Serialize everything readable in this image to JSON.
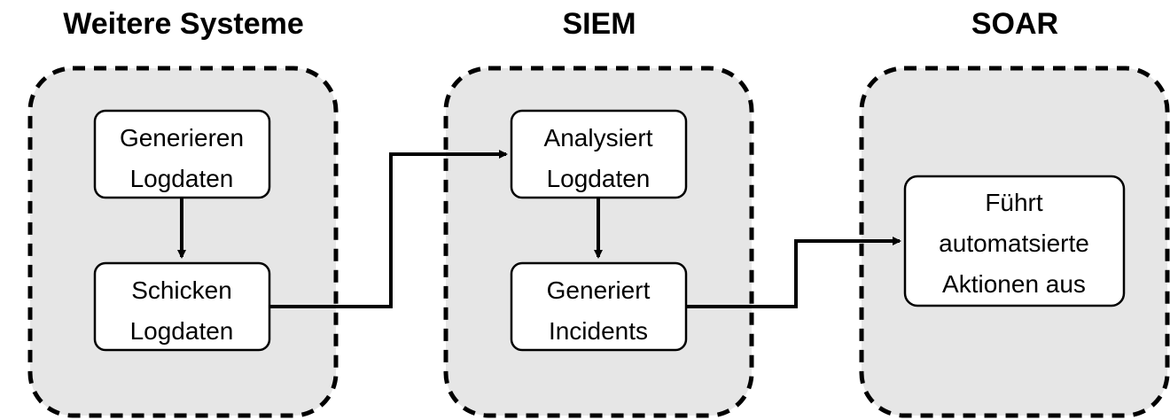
{
  "groups": [
    {
      "id": "weitere",
      "title": "Weitere Systeme"
    },
    {
      "id": "siem",
      "title": "SIEM"
    },
    {
      "id": "soar",
      "title": "SOAR"
    }
  ],
  "nodes": {
    "generieren": {
      "line1": "Generieren",
      "line2": "Logdaten"
    },
    "schicken": {
      "line1": "Schicken",
      "line2": "Logdaten"
    },
    "analysiert": {
      "line1": "Analysiert",
      "line2": "Logdaten"
    },
    "generiert": {
      "line1": "Generiert",
      "line2": "Incidents"
    },
    "fuehrt": {
      "line1": "Führt",
      "line2": "automatsierte",
      "line3": "Aktionen aus"
    }
  },
  "edges": [
    {
      "from": "generieren",
      "to": "schicken"
    },
    {
      "from": "schicken",
      "to": "analysiert"
    },
    {
      "from": "analysiert",
      "to": "generiert"
    },
    {
      "from": "generiert",
      "to": "fuehrt"
    }
  ],
  "colors": {
    "group_fill": "#e6e6e6",
    "stroke": "#000000",
    "node_fill": "#ffffff"
  }
}
